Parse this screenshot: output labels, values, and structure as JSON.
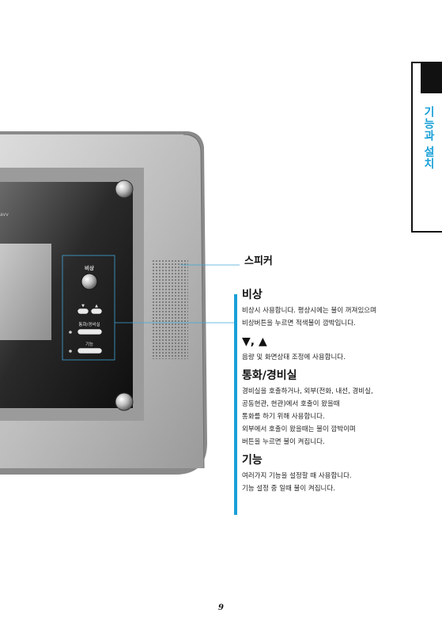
{
  "side_tab": {
    "label": "기능과 설치"
  },
  "device": {
    "brand_text": "avv",
    "panel_labels": {
      "emergency": "비상",
      "call_security": "통화/경비실",
      "function": "기능",
      "arrows": "▼ ▲"
    }
  },
  "callouts": {
    "speaker": "스피커"
  },
  "sections": [
    {
      "title": "비상",
      "lines": [
        "비상시 사용합니다. 평상시에는 불이 꺼져있으며",
        "비상버튼을 누르면 적색불이 깜박입니다."
      ]
    },
    {
      "title": "▼, ▲",
      "lines": [
        "음량 및 화면상태 조정에 사용합니다."
      ]
    },
    {
      "title": "통화/경비실",
      "lines": [
        "경비실을 호출하거나, 외부(전화, 내선, 경비실,",
        "공동현관, 현관)에서 호출이 왔을때",
        "통화를 하기 위해 사용합니다.",
        "외부에서 호출이 왔을때는 불이 깜박이며",
        "버튼을 누르면 불이 켜집니다."
      ]
    },
    {
      "title": "기능",
      "lines": [
        "여러가지 기능을 설정할 때 사용합니다.",
        "기능 설정 중 일때 불이 켜집니다."
      ]
    }
  ],
  "page_number": "9"
}
